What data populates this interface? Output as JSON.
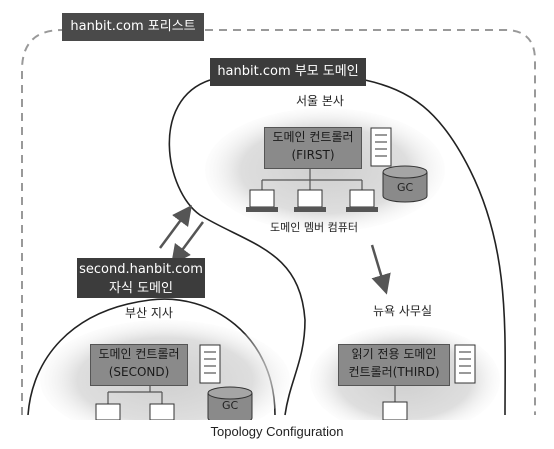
{
  "forest": {
    "label": "hanbit.com 포리스트"
  },
  "parent_domain": {
    "label": "hanbit.com 부모 도메인",
    "site": "서울 본사"
  },
  "first_dc": {
    "line1": "도메인 컨트롤러",
    "line2": "(FIRST)",
    "gc": "GC"
  },
  "members": {
    "label": "도메인 멤버 컴퓨터"
  },
  "child_domain": {
    "line1": "second.hanbit.com",
    "line2": "자식 도메인",
    "site": "부산 지사"
  },
  "second_dc": {
    "line1": "도메인 컨트롤러",
    "line2": "(SECOND)",
    "gc": "GC"
  },
  "ny_site": {
    "label": "뉴욕 사무실"
  },
  "third_dc": {
    "line1": "읽기 전용 도메인",
    "line2": "컨트롤러(THIRD)"
  },
  "caption": "Topology Configuration"
}
